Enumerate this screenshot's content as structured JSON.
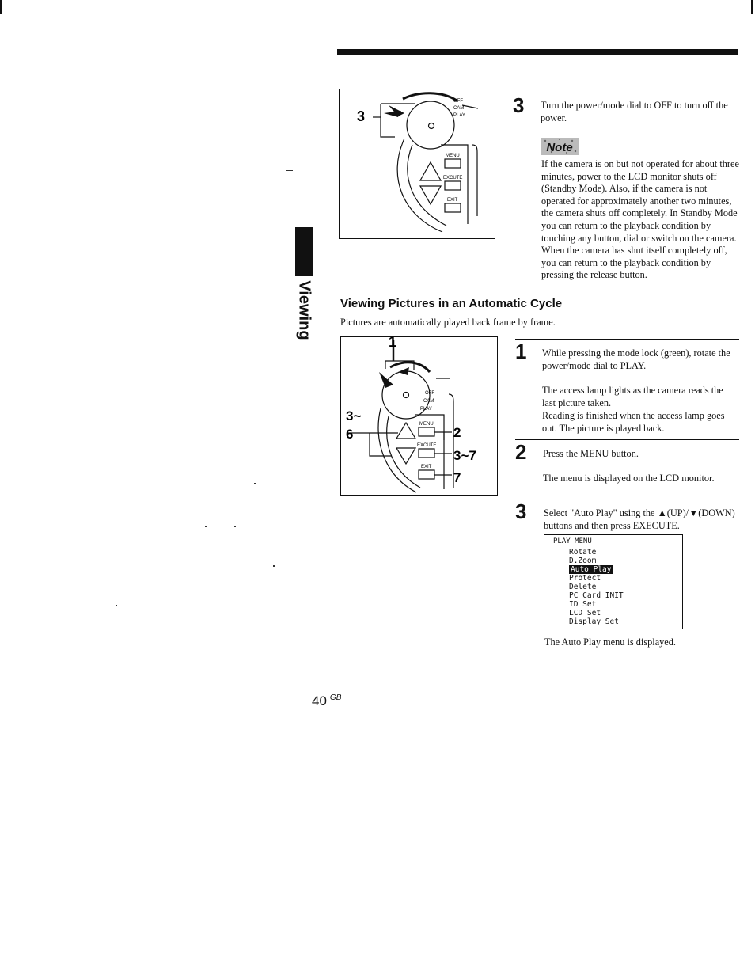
{
  "side_tab": "Viewing",
  "section": {
    "title": "Viewing Pictures in an Automatic Cycle",
    "intro": "Pictures are automatically played back frame by frame."
  },
  "figure1": {
    "callout": "3",
    "dial_labels": [
      "OFF",
      "CAM",
      "PLAY"
    ],
    "button_labels": [
      "MENU",
      "EXCUTE",
      "EXIT"
    ]
  },
  "figure2": {
    "callouts": [
      "1",
      "3~",
      "6",
      "2",
      "3~7",
      "7"
    ],
    "dial_labels": [
      "OFF",
      "CAM",
      "PLAY"
    ],
    "button_labels": [
      "MENU",
      "EXCUTE",
      "EXIT"
    ]
  },
  "top_step": {
    "num": "3",
    "text": "Turn the power/mode dial to OFF to turn off the power."
  },
  "note": {
    "badge": "Note",
    "text": "If the camera is on but not operated for about three minutes, power to the LCD monitor shuts off (Standby Mode). Also, if the camera is not operated for approximately another two minutes, the camera shuts off completely. In Standby Mode you can return to the playback condition by touching any button, dial or switch on the camera. When the camera has shut itself completely off, you can return to the playback condition by pressing the release button."
  },
  "steps": [
    {
      "num": "1",
      "text": "While pressing the mode lock (green), rotate the power/mode dial to PLAY.",
      "detail": "The access lamp lights as the camera reads the last picture taken.",
      "detail2": "Reading is finished when the access lamp goes out. The picture is played back."
    },
    {
      "num": "2",
      "text": "Press the MENU button.",
      "detail": "The menu is displayed on the LCD monitor."
    },
    {
      "num": "3",
      "text": "Select \"Auto Play\" using the ▲(UP)/▼(DOWN) buttons and then press EXECUTE.",
      "after": "The Auto Play menu is displayed."
    }
  ],
  "lcd_menu": {
    "title": "PLAY MENU",
    "items": [
      "Rotate",
      "D.Zoom",
      "Auto Play",
      "Protect",
      "Delete",
      "PC Card INIT",
      "ID Set",
      "LCD Set",
      "Display Set"
    ],
    "selected": "Auto Play"
  },
  "page": {
    "number": "40",
    "suffix": "GB"
  }
}
